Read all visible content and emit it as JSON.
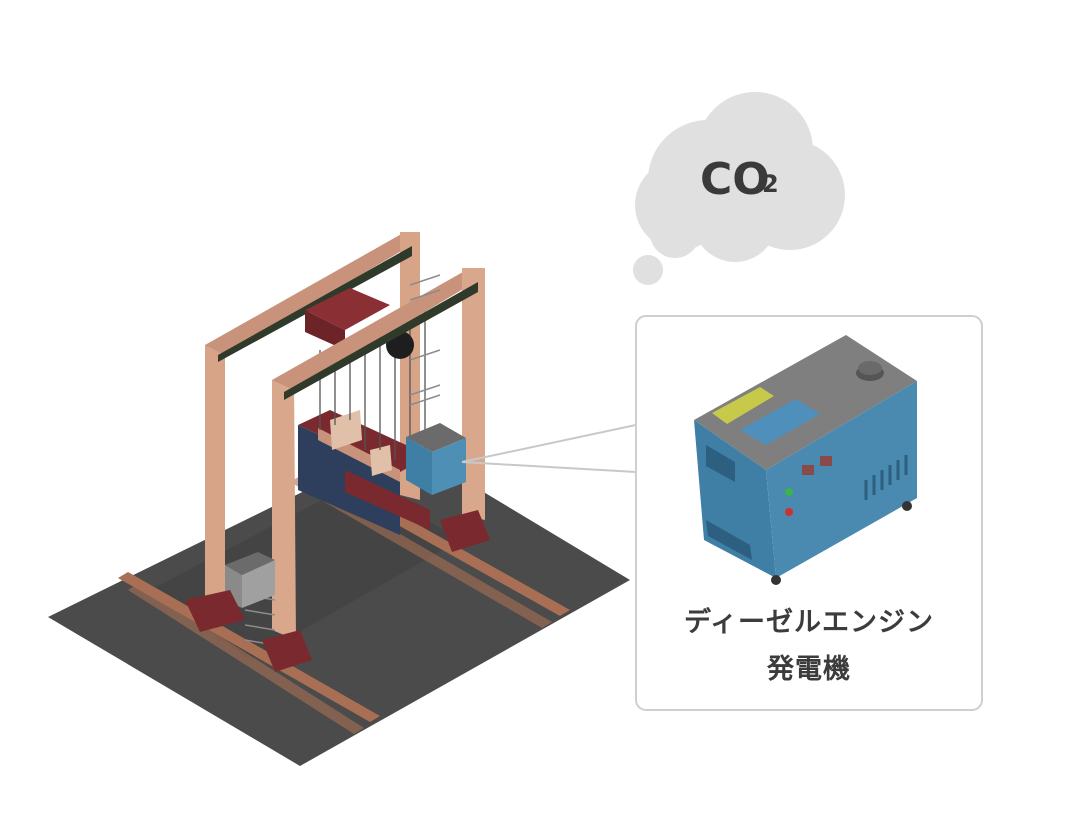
{
  "emission": {
    "formula_main": "CO",
    "formula_sub": "2"
  },
  "callout": {
    "title_line1": "ディーゼルエンジン",
    "title_line2": "発電機"
  },
  "colors": {
    "ground": "#4a4a4a",
    "crane_frame": "#d8a58a",
    "crane_dark": "#7a2a2e",
    "generator_body": "#3f7fa6",
    "generator_top": "#808080",
    "cloud": "#e0e0e0",
    "callout_border": "#cfcfcf"
  },
  "icons": {
    "crane": "gantry-crane-icon",
    "generator": "diesel-generator-icon",
    "cloud": "co2-cloud-icon"
  }
}
